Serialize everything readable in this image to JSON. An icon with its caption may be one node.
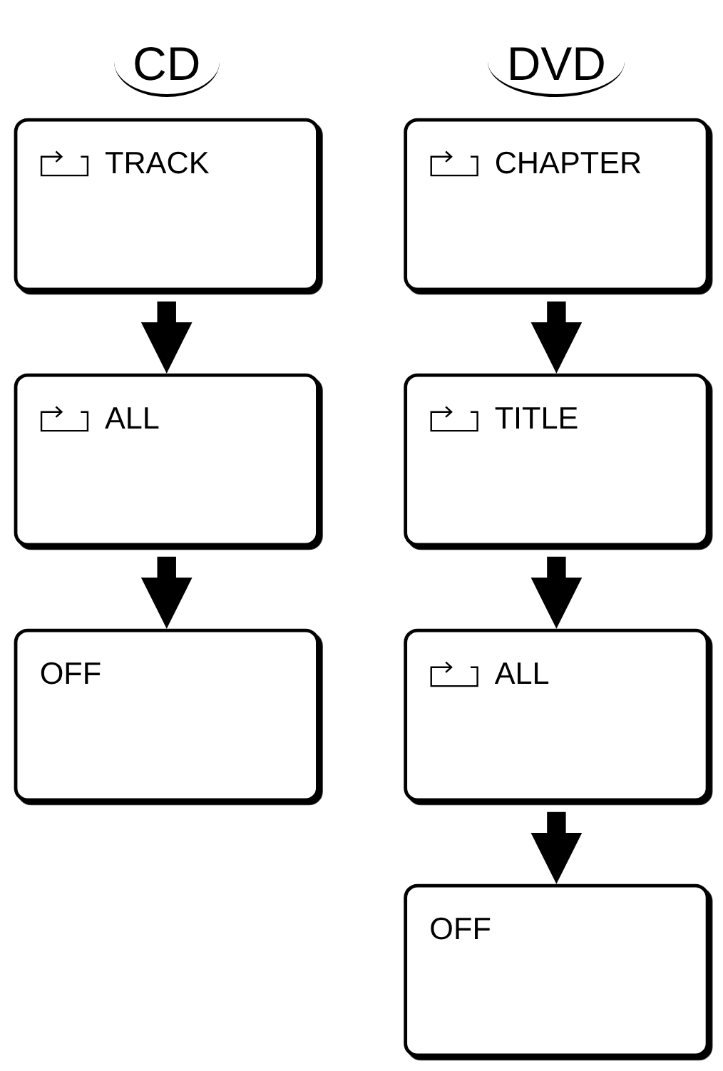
{
  "diagram": {
    "nodes": [
      {
        "text": [
          "TRACK"
        ]
      },
      {
        "text": [
          "ALL"
        ]
      },
      {
        "text": [
          "OFF"
        ]
      },
      {
        "text": [
          "CHAPTER"
        ]
      },
      {
        "text": [
          "TITLE"
        ]
      },
      {
        "text": [
          "ALL"
        ]
      },
      {
        "text": [
          "OFF"
        ]
      }
    ],
    "edges": [
      {
        "from": 0,
        "to": 1,
        "arrow": "to"
      },
      {
        "from": 1,
        "to": 2,
        "arrow": "to"
      },
      {
        "from": 3,
        "to": 4,
        "arrow": "to"
      },
      {
        "from": 4,
        "to": 5,
        "arrow": "to"
      },
      {
        "from": 5,
        "to": 6,
        "arrow": "to"
      }
    ],
    "labels": [
      "CD",
      "DVD"
    ]
  }
}
